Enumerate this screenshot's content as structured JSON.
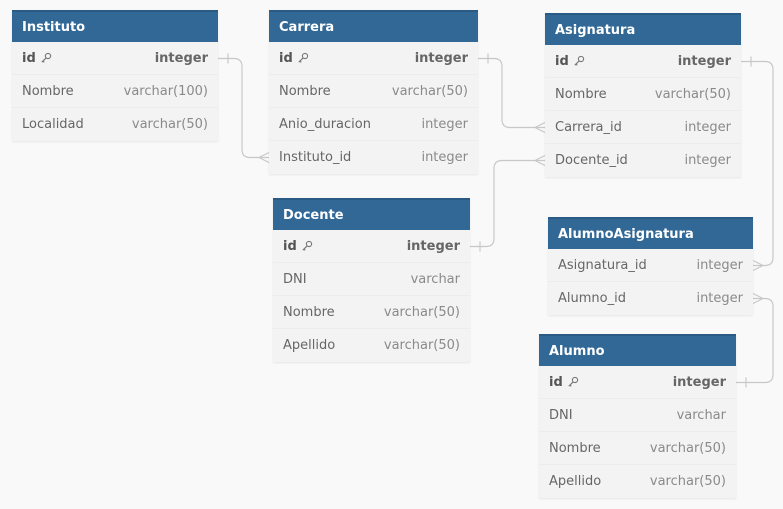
{
  "colors": {
    "header_bg": "#316896",
    "header_text": "#ffffff",
    "body_bg": "#f3f3f3",
    "canvas_bg": "#f9f9f9",
    "connector": "#c8c8c8"
  },
  "tables": [
    {
      "id": "instituto",
      "name": "Instituto",
      "fields": [
        {
          "name": "id",
          "type": "integer",
          "pk": true,
          "icon": "key-icon"
        },
        {
          "name": "Nombre",
          "type": "varchar(100)"
        },
        {
          "name": "Localidad",
          "type": "varchar(50)"
        }
      ]
    },
    {
      "id": "carrera",
      "name": "Carrera",
      "fields": [
        {
          "name": "id",
          "type": "integer",
          "pk": true,
          "icon": "key-icon"
        },
        {
          "name": "Nombre",
          "type": "varchar(50)"
        },
        {
          "name": "Anio_duracion",
          "type": "integer"
        },
        {
          "name": "Instituto_id",
          "type": "integer"
        }
      ]
    },
    {
      "id": "asignatura",
      "name": "Asignatura",
      "fields": [
        {
          "name": "id",
          "type": "integer",
          "pk": true,
          "icon": "key-icon"
        },
        {
          "name": "Nombre",
          "type": "varchar(50)"
        },
        {
          "name": "Carrera_id",
          "type": "integer"
        },
        {
          "name": "Docente_id",
          "type": "integer"
        }
      ]
    },
    {
      "id": "docente",
      "name": "Docente",
      "fields": [
        {
          "name": "id",
          "type": "integer",
          "pk": true,
          "icon": "key-icon"
        },
        {
          "name": "DNI",
          "type": "varchar"
        },
        {
          "name": "Nombre",
          "type": "varchar(50)"
        },
        {
          "name": "Apellido",
          "type": "varchar(50)"
        }
      ]
    },
    {
      "id": "alumnoasignatura",
      "name": "AlumnoAsignatura",
      "fields": [
        {
          "name": "Asignatura_id",
          "type": "integer"
        },
        {
          "name": "Alumno_id",
          "type": "integer"
        }
      ]
    },
    {
      "id": "alumno",
      "name": "Alumno",
      "fields": [
        {
          "name": "id",
          "type": "integer",
          "pk": true,
          "icon": "key-icon"
        },
        {
          "name": "DNI",
          "type": "varchar"
        },
        {
          "name": "Nombre",
          "type": "varchar(50)"
        },
        {
          "name": "Apellido",
          "type": "varchar(50)"
        }
      ]
    }
  ],
  "relations": [
    {
      "from": "instituto.id",
      "to": "carrera.Instituto_id",
      "cardinality": "one-to-many"
    },
    {
      "from": "carrera.id",
      "to": "asignatura.Carrera_id",
      "cardinality": "one-to-many"
    },
    {
      "from": "docente.id",
      "to": "asignatura.Docente_id",
      "cardinality": "one-to-many"
    },
    {
      "from": "asignatura.id",
      "to": "alumnoasignatura.Asignatura_id",
      "cardinality": "one-to-many"
    },
    {
      "from": "alumno.id",
      "to": "alumnoasignatura.Alumno_id",
      "cardinality": "one-to-many"
    }
  ]
}
